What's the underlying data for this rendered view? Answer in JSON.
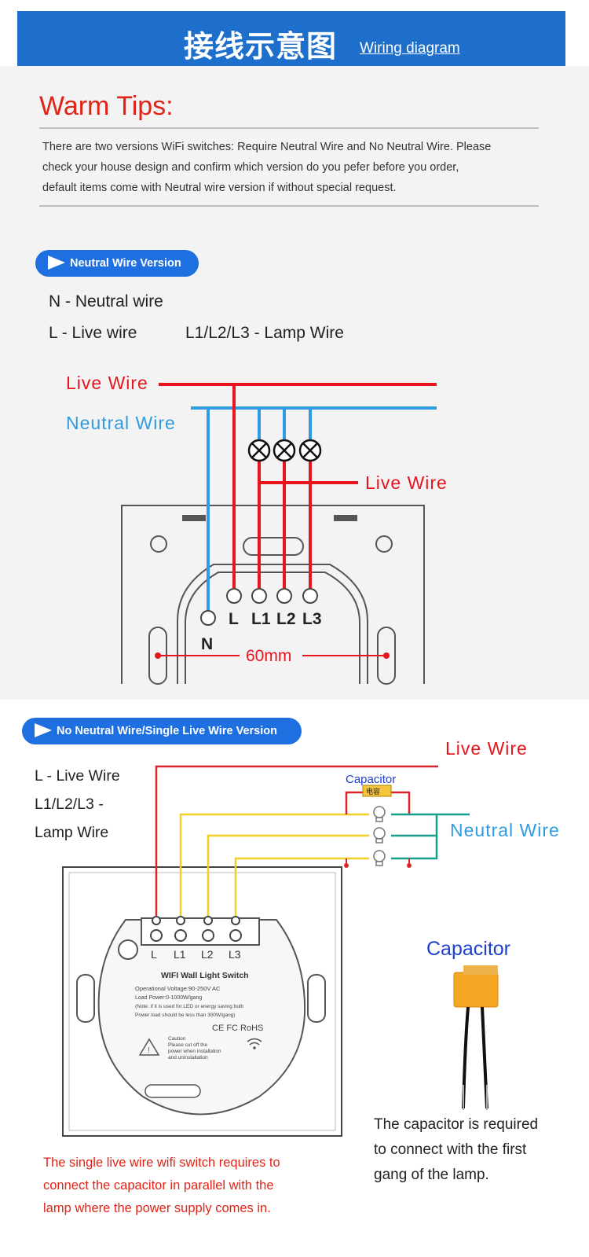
{
  "header": {
    "title_cn": "接线示意图",
    "title_en": "Wiring diagram"
  },
  "warm_tips": {
    "title": "Warm Tips:",
    "lines": [
      "There are two versions WiFi switches: Require Neutral Wire and No Neutral Wire. Please",
      "check your house design and confirm which version do you pefer before you order,",
      "default items come with Neutral wire version if without special request."
    ]
  },
  "neutral_version": {
    "badge": "Neutral Wire Version",
    "legend": {
      "n": "N - Neutral wire",
      "l": "L - Live wire",
      "lamps": "L1/L2/L3 - Lamp Wire"
    },
    "labels": {
      "live_top": "Live Wire",
      "neutral": "Neutral Wire",
      "live_mid": "Live Wire"
    },
    "terminals": [
      "N",
      "L",
      "L1",
      "L2",
      "L3"
    ],
    "dimension": "60mm"
  },
  "no_neutral_version": {
    "badge": "No Neutral Wire/Single Live Wire Version",
    "legend": [
      "L - Live Wire",
      "L1/L2/L3 -",
      "Lamp Wire"
    ],
    "labels": {
      "live": "Live Wire",
      "capacitor": "Capacitor",
      "capacitor_tag": "电容",
      "neutral": "Neutral Wire"
    },
    "terminals": [
      "L",
      "L1",
      "L2",
      "L3"
    ],
    "switch_label": {
      "title": "WIFI Wall Light Switch",
      "lines": [
        "Operational Voltage:90-250V AC",
        "Load Power:0-1000W/gang",
        "(Note: if it is used for LED or energy saving bulb",
        "Power load should be less than 300W/gang)"
      ],
      "certs": "CE FC RoHS",
      "caution_title": "Caution",
      "caution_lines": [
        "Please cut off the",
        "power when installation",
        "and uninstallation"
      ]
    },
    "capacitor_title": "Capacitor",
    "capacitor_note": [
      "The capacitor is required",
      "to connect with the first",
      "gang of the lamp."
    ],
    "red_note": [
      "The single live wire wifi switch requires to",
      "connect the capacitor in parallel with the",
      "lamp where the power supply comes in."
    ]
  },
  "colors": {
    "header": "#1e6fcc",
    "live": "#e8141e",
    "neutral": "#2f9be0",
    "lamp_wire": "#f0d020",
    "neutral_teal": "#16a08c",
    "badge": "#1e6fe0"
  }
}
